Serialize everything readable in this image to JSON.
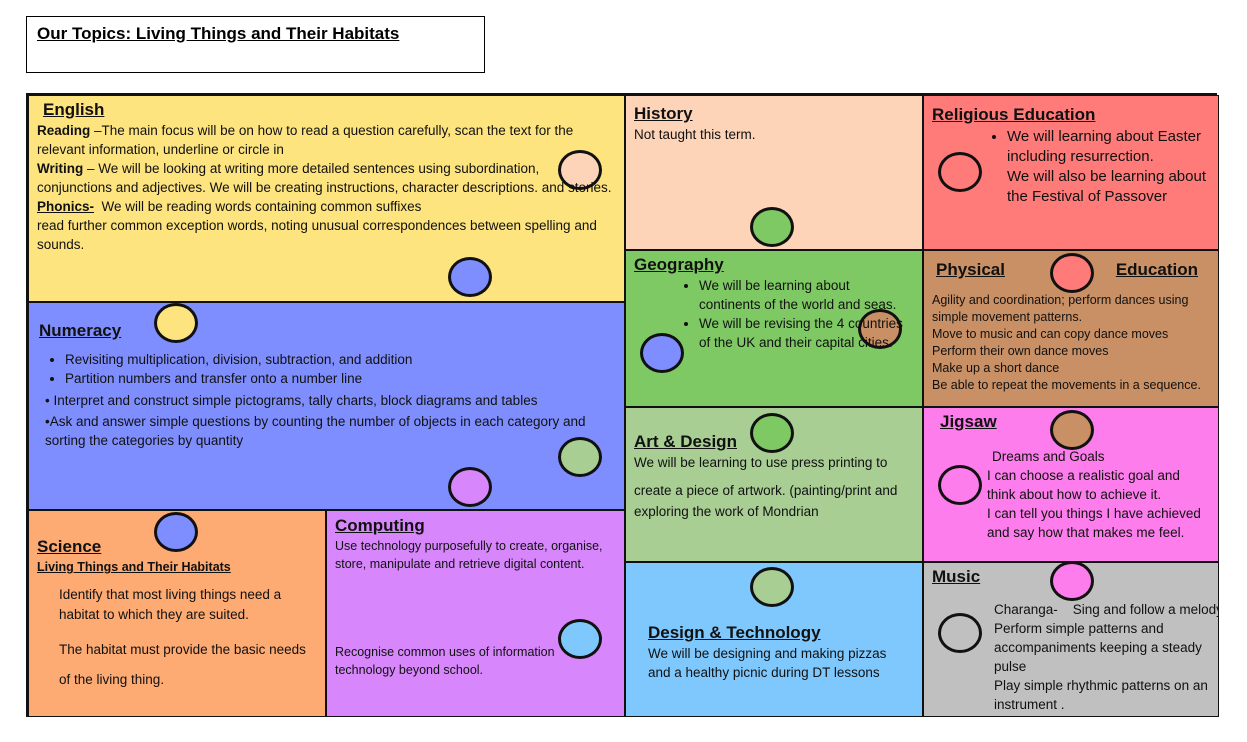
{
  "title": "Our Topics: Living Things and Their Habitats",
  "colors": {
    "english": "#fde47f",
    "history": "#fed4b8",
    "re": "#fe7b79",
    "geography": "#7fc964",
    "pe": "#c99065",
    "numeracy": "#7f8eff",
    "art": "#a8ce94",
    "jigsaw": "#fe7dec",
    "science": "#fdaa73",
    "computing": "#d787fb",
    "dt": "#7fc8fe",
    "music": "#c0c0c0"
  },
  "english": {
    "heading": "English",
    "reading_label": "Reading",
    "reading": " –The main focus will be on how to read a question carefully, scan the text for the relevant information, underline or circle in",
    "writing_label": "Writing",
    "writing": " – We will be looking at writing more detailed sentences using subordination, conjunctions and adjectives. We will be creating instructions, character descriptions. and stories.",
    "phonics_label": "Phonics-",
    "phonics": "  We will be reading words containing common suffixes",
    "phonics2": "read further common exception words, noting unusual correspondences between spelling and sounds."
  },
  "history": {
    "heading": "History",
    "text": "Not taught this term."
  },
  "re": {
    "heading": "Religious Education",
    "bullet": "We will learning about Easter including resurrection.",
    "text": "We will also be learning about the Festival of Passover"
  },
  "geography": {
    "heading": "Geography",
    "bullets": [
      "We will be learning about continents of the world and seas.",
      "We will be revising the 4 countries of the UK and their capital cities."
    ]
  },
  "pe": {
    "heading_1": "Physical",
    "heading_2": "Education",
    "lines": [
      "Agility and coordination; perform dances using simple movement patterns.",
      "Move to music and can copy dance moves",
      "Perform their own dance moves",
      "Make up a short dance",
      "Be able to repeat the movements in a sequence."
    ]
  },
  "numeracy": {
    "heading": "Numeracy",
    "bullets": [
      "Revisiting multiplication, division, subtraction, and addition",
      "Partition numbers and transfer onto a number line"
    ],
    "lines": [
      "• Interpret and construct simple pictograms, tally charts, block diagrams and tables",
      "•Ask and answer simple questions by counting the number of objects in each category and sorting the categories by quantity"
    ]
  },
  "art": {
    "heading": "Art & Design",
    "line1": "We will be learning to use press printing to",
    "line2": "create a piece of artwork. (painting/print and exploring the work of Mondrian"
  },
  "jigsaw": {
    "heading": "Jigsaw",
    "subtitle": "Dreams and Goals",
    "lines": [
      "I can choose a realistic goal and think about how to achieve it.",
      "I can tell you things I have achieved and say how that makes me feel."
    ]
  },
  "science": {
    "heading": "Science",
    "subheading": "Living Things and Their Habitats",
    "lines": [
      "Identify that most living things need a habitat to which they are suited.",
      "The habitat must provide the basic needs of the living thing."
    ]
  },
  "computing": {
    "heading": "Computing",
    "line1": "Use technology purposefully to create, organise, store, manipulate and retrieve digital content.",
    "line2": "Recognise common uses of information technology beyond school."
  },
  "dt": {
    "heading": "Design & Technology",
    "text": "We will be designing and making pizzas and a healthy picnic during DT lessons"
  },
  "music": {
    "heading": "Music",
    "lines": [
      "Charanga-    Sing and follow a melody",
      "Perform simple patterns and accompaniments keeping a steady pulse",
      "Play simple rhythmic patterns on an instrument ."
    ]
  }
}
